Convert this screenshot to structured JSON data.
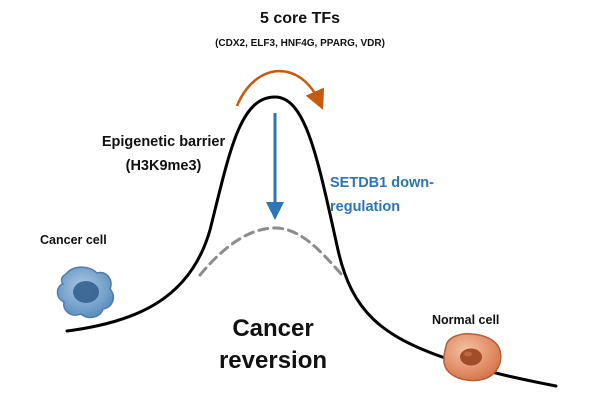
{
  "labels": {
    "tfs_title": "5 core TFs",
    "tfs_list": "(CDX2, ELF3, HNF4G, PPARG, VDR)",
    "barrier_line1": "Epigenetic barrier",
    "barrier_line2": "(H3K9me3)",
    "setdb1_line1": "SETDB1 down-",
    "setdb1_line2": "regulation",
    "cancer_cell": "Cancer cell",
    "normal_cell": "Normal cell",
    "reversion_line1": "Cancer",
    "reversion_line2": "reversion"
  },
  "colors": {
    "curve": "#000000",
    "lowered_curve": "#8c8c8c",
    "orange_arrow": "#c55a11",
    "blue_arrow": "#2e75b6",
    "setdb1_text": "#2e75b6",
    "cancer_cell_fill": "#7aa6cf",
    "cancer_cell_nucleus": "#35608e",
    "normal_cell_fill": "#e8956e",
    "normal_cell_nucleus": "#a24d27"
  }
}
